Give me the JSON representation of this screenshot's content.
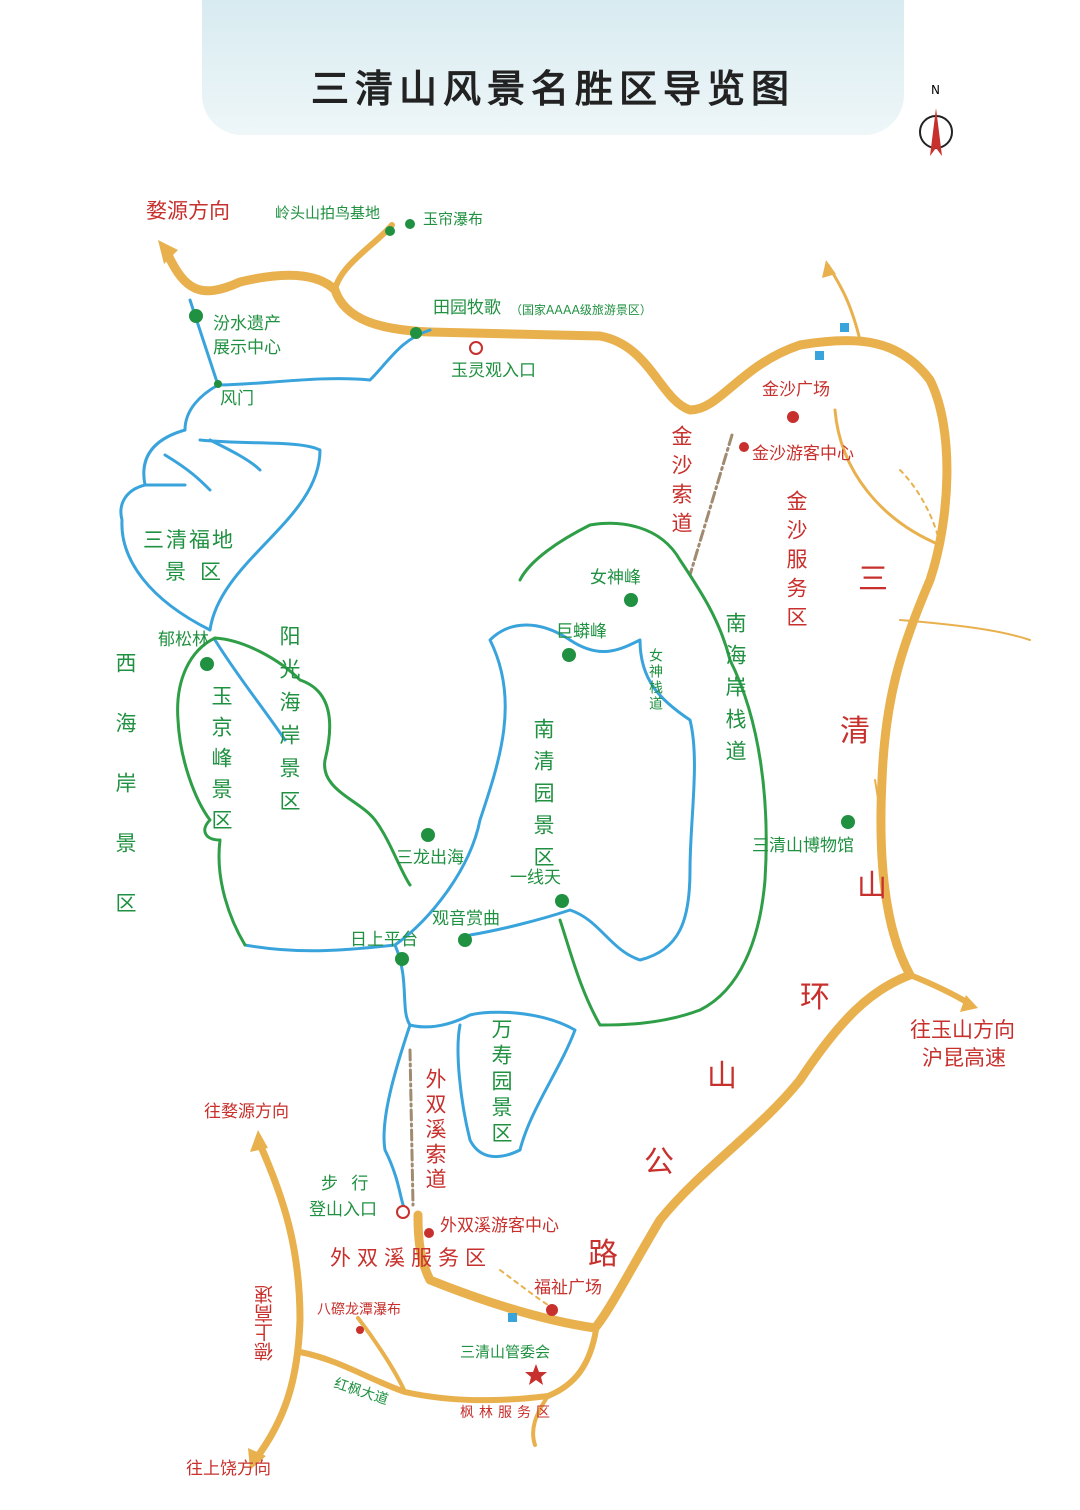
{
  "title": "三清山风景名胜区导览图",
  "compass": "N",
  "colors": {
    "road": "#e8b14e",
    "trail_blue": "#39a3dc",
    "trail_green": "#2e9e47",
    "label_green": "#1f9140",
    "label_red": "#c7302c"
  },
  "directions": {
    "wuyuan_top": "婺源方向",
    "wuyuan_bottom": "往婺源方向",
    "shangrao": "往上饶方向",
    "yushan": "往玉山方向",
    "hukun": "沪昆高速",
    "deshang": "德上高速"
  },
  "roads": {
    "ring": "三清山环山公路",
    "hongfeng": "红枫大道"
  },
  "areas": {
    "sanqing_fudi": [
      "三清福地",
      "景区"
    ],
    "xihai": "西海岸景区",
    "yujingfeng": "玉京峰景区",
    "yangguang": "阳光海岸景区",
    "nanqingyuan": "南清园景区",
    "nanhai": "南海岸栈道",
    "wanshouyuan": "万寿园景区",
    "jinsha_service": "金沙服务区",
    "waishuangxi_service": "外双溪服务区",
    "fenglin_service": "枫林服务区"
  },
  "cableways": {
    "jinsha": "金沙索道",
    "waishuangxi": "外双溪索道",
    "nvshen_plank": "女神栈道"
  },
  "spots": {
    "lingtoushan": "岭头山拍鸟基地",
    "yulian": "玉帘瀑布",
    "tianyuan": "田园牧歌",
    "tianyuan_note": "（国家AAAA级旅游景区）",
    "fenshui": [
      "汾水遗产",
      "展示中心"
    ],
    "yulingguan": "玉灵观入口",
    "fengmen": "风门",
    "jinsha_square": "金沙广场",
    "jinsha_center": "金沙游客中心",
    "nvshenfeng": "女神峰",
    "jumangfeng": "巨蟒峰",
    "yusonglin": "郁松林",
    "sanlong": "三龙出海",
    "yixiantian": "一线天",
    "guanyin": "观音赏曲",
    "rishang": "日上平台",
    "museum": "三清山博物馆",
    "walk_entry": [
      "步 行",
      "登山入口"
    ],
    "waishuangxi_center": "外双溪游客中心",
    "fuzhi": "福祉广场",
    "bacong": "八磜龙潭瀑布",
    "guanweihui": "三清山管委会"
  }
}
